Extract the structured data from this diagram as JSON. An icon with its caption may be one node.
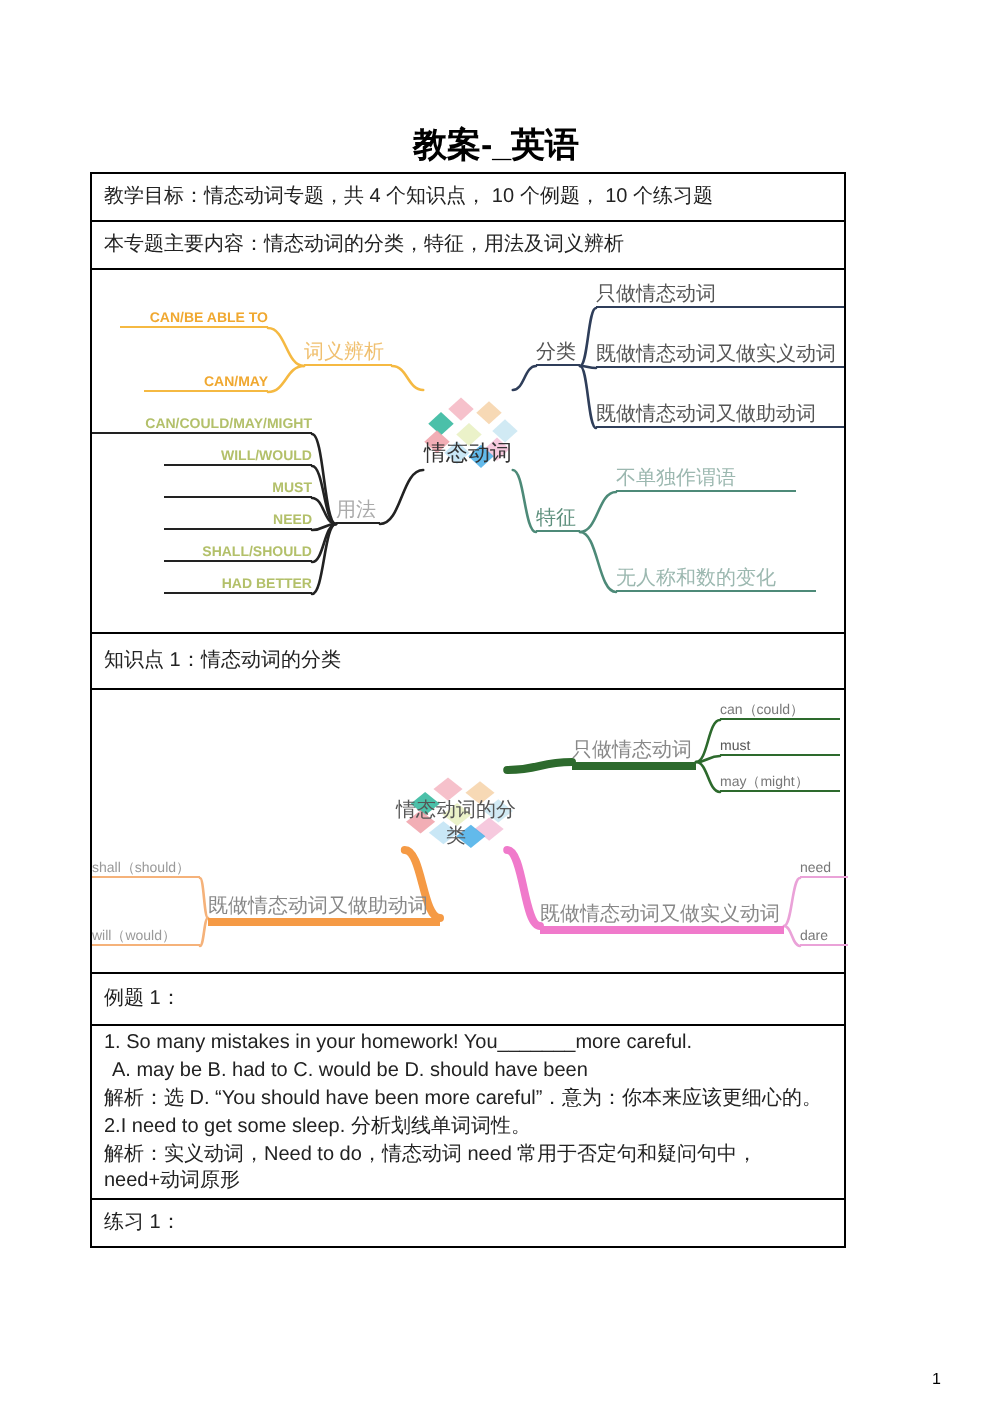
{
  "diagram": {
    "title": "教案-_英语",
    "nodes": [
      {
        "text": [
          "情态动词"
        ]
      },
      {
        "text": [
          "词义辨析"
        ]
      },
      {
        "text": [
          "CAN/BE ABLE TO"
        ]
      },
      {
        "text": [
          "CAN/MAY"
        ]
      },
      {
        "text": [
          "分类"
        ]
      },
      {
        "text": [
          "只做情态动词"
        ]
      },
      {
        "text": [
          "既做情态动词又做实义动词"
        ]
      },
      {
        "text": [
          "既做情态动词又做助动词"
        ]
      },
      {
        "text": [
          "用法"
        ]
      },
      {
        "text": [
          "CAN/COULD/MAY/MIGHT"
        ]
      },
      {
        "text": [
          "WILL/WOULD"
        ]
      },
      {
        "text": [
          "MUST"
        ]
      },
      {
        "text": [
          "NEED"
        ]
      },
      {
        "text": [
          "SHALL/SHOULD"
        ]
      },
      {
        "text": [
          "HAD BETTER"
        ]
      },
      {
        "text": [
          "特征"
        ]
      },
      {
        "text": [
          "不单独作谓语"
        ]
      },
      {
        "text": [
          "无人称和数的变化"
        ]
      },
      {
        "text": [
          "情态动词的分类"
        ]
      },
      {
        "text": [
          "只做情态动词"
        ]
      },
      {
        "text": [
          "can（could）"
        ]
      },
      {
        "text": [
          "must"
        ]
      },
      {
        "text": [
          "may（might）"
        ]
      },
      {
        "text": [
          "既做情态动词又做助动词"
        ]
      },
      {
        "text": [
          "shall（should）"
        ]
      },
      {
        "text": [
          "will（would）"
        ]
      },
      {
        "text": [
          "既做情态动词又做实义动词"
        ]
      },
      {
        "text": [
          "need"
        ]
      },
      {
        "text": [
          "dare"
        ]
      }
    ],
    "edges": [
      {
        "from": 0,
        "to": 1,
        "arrow": "none",
        "color": "#f5b942"
      },
      {
        "from": 1,
        "to": 2,
        "arrow": "none",
        "color": "#f5b942"
      },
      {
        "from": 1,
        "to": 3,
        "arrow": "none",
        "color": "#f5b942"
      },
      {
        "from": 0,
        "to": 4,
        "arrow": "none",
        "color": "#2f3e5a"
      },
      {
        "from": 4,
        "to": 5,
        "arrow": "none",
        "color": "#2f3e5a"
      },
      {
        "from": 4,
        "to": 6,
        "arrow": "none",
        "color": "#2f3e5a"
      },
      {
        "from": 4,
        "to": 7,
        "arrow": "none",
        "color": "#2f3e5a"
      },
      {
        "from": 0,
        "to": 8,
        "arrow": "none",
        "color": "#222222"
      },
      {
        "from": 8,
        "to": 9,
        "arrow": "none",
        "color": "#222222"
      },
      {
        "from": 8,
        "to": 10,
        "arrow": "none",
        "color": "#222222"
      },
      {
        "from": 8,
        "to": 11,
        "arrow": "none",
        "color": "#222222"
      },
      {
        "from": 8,
        "to": 12,
        "arrow": "none",
        "color": "#222222"
      },
      {
        "from": 8,
        "to": 13,
        "arrow": "none",
        "color": "#222222"
      },
      {
        "from": 8,
        "to": 14,
        "arrow": "none",
        "color": "#222222"
      },
      {
        "from": 0,
        "to": 15,
        "arrow": "none",
        "color": "#4d8a78"
      },
      {
        "from": 15,
        "to": 16,
        "arrow": "none",
        "color": "#4d8a78"
      },
      {
        "from": 15,
        "to": 17,
        "arrow": "none",
        "color": "#4d8a78"
      },
      {
        "from": 18,
        "to": 19,
        "arrow": "none",
        "style": "thick",
        "color": "#2d6a2d"
      },
      {
        "from": 19,
        "to": 20,
        "arrow": "none",
        "color": "#2d6a2d"
      },
      {
        "from": 19,
        "to": 21,
        "arrow": "none",
        "color": "#2d6a2d"
      },
      {
        "from": 19,
        "to": 22,
        "arrow": "none",
        "color": "#2d6a2d"
      },
      {
        "from": 18,
        "to": 23,
        "arrow": "none",
        "style": "thick",
        "color": "#f59a45"
      },
      {
        "from": 23,
        "to": 24,
        "arrow": "none",
        "color": "#f5b27a"
      },
      {
        "from": 23,
        "to": 25,
        "arrow": "none",
        "color": "#f5b27a"
      },
      {
        "from": 18,
        "to": 26,
        "arrow": "none",
        "style": "thick",
        "color": "#f07acb"
      },
      {
        "from": 26,
        "to": 27,
        "arrow": "none",
        "color": "#eaa2d8"
      },
      {
        "from": 26,
        "to": 28,
        "arrow": "none",
        "color": "#eaa2d8"
      }
    ],
    "labels": [
      "教学目标：情态动词专题，共 4 个知识点， 10 个例题， 10 个练习题",
      "本专题主要内容：情态动词的分类，特征，用法及词义辨析",
      "知识点 1：情态动词的分类",
      "例题 1：",
      "1. So many mistakes in your homework! You_______more careful.",
      "A. may be  B. had to  C. would be  D. should have been",
      "解析：选 D. “You should have been more careful”．意为：你本来应该更细心的。",
      "2.I need to get some sleep. 分析划线单词词性。",
      "解析：实义动词，Need to do，情态动词 need 常用于否定句和疑问句中，need+动词原形",
      "练习 1：",
      "1"
    ]
  }
}
